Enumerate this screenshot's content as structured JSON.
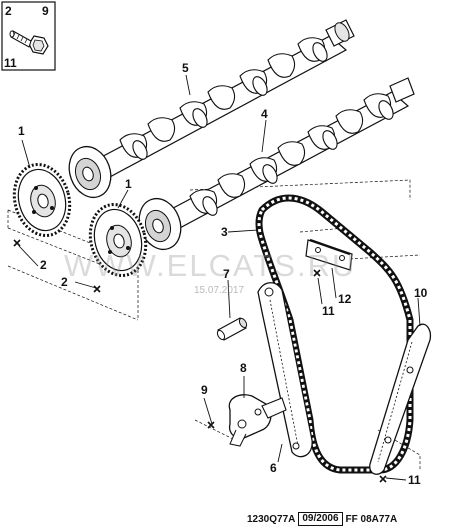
{
  "inset": {
    "top_left": "2",
    "top_right": "9",
    "bottom_left": "11"
  },
  "callouts": {
    "c1a": "1",
    "c1b": "1",
    "c2a": "2",
    "c2b": "2",
    "c3": "3",
    "c4": "4",
    "c5": "5",
    "c6": "6",
    "c7": "7",
    "c8": "8",
    "c9": "9",
    "c10": "10",
    "c11a": "11",
    "c11b": "11",
    "c12": "12"
  },
  "watermark": {
    "text": "WWW.ELCATS.RU",
    "date": "15.07.2017"
  },
  "footer": {
    "code_left": "1230Q77A",
    "date": "09/2006",
    "code_right": "FF 08A77A"
  },
  "colors": {
    "line": "#111111",
    "fill": "#ffffff",
    "shade": "#c9c9c9",
    "watermark": "#969696"
  }
}
